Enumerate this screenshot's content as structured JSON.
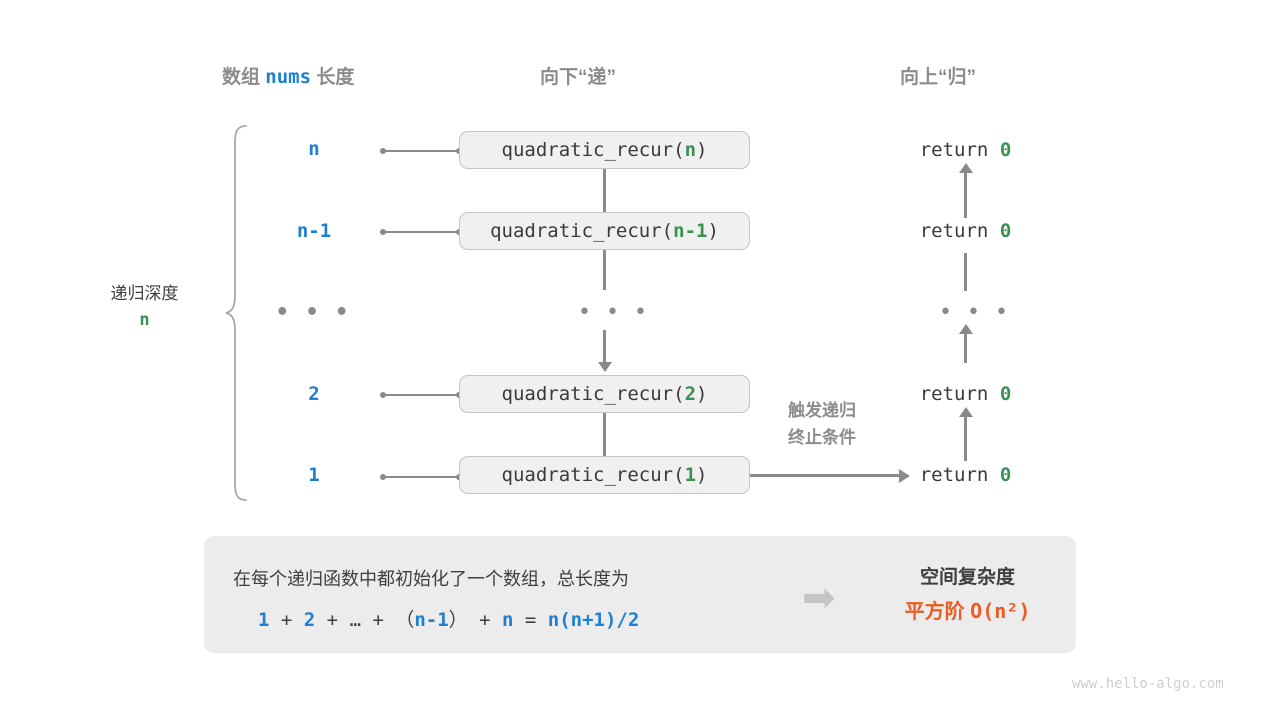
{
  "headers": {
    "left": {
      "pre": "数组 ",
      "code": "nums",
      "post": " 长度"
    },
    "middle": "向下“递”",
    "right": "向上“归”"
  },
  "depth": {
    "title": "递归深度",
    "value": "n"
  },
  "rows": [
    {
      "length": "n",
      "call_prefix": "quadratic_recur(",
      "call_arg": "n",
      "call_suffix": ")",
      "return_text": "return ",
      "return_value": "0"
    },
    {
      "length": "n-1",
      "call_prefix": "quadratic_recur(",
      "call_arg": "n-1",
      "call_suffix": ")",
      "return_text": "return ",
      "return_value": "0"
    },
    {
      "length": "...",
      "call_prefix": "",
      "call_arg": "",
      "call_suffix": "",
      "return_text": "",
      "return_value": ""
    },
    {
      "length": "2",
      "call_prefix": "quadratic_recur(",
      "call_arg": "2",
      "call_suffix": ")",
      "return_text": "return ",
      "return_value": "0"
    },
    {
      "length": "1",
      "call_prefix": "quadratic_recur(",
      "call_arg": "1",
      "call_suffix": ")",
      "return_text": "return ",
      "return_value": "0"
    }
  ],
  "ellipsis": "• • •",
  "terminate_note": {
    "line1": "触发递归",
    "line2": "终止条件"
  },
  "summary": {
    "line1": "在每个递归函数中都初始化了一个数组，总长度为",
    "formula": {
      "t1": "1",
      "o1": " + ",
      "t2": "2",
      "o2": " + ",
      "t3": "…",
      "o3": " + （",
      "t4": "n-1",
      "o4": "） + ",
      "t5": "n",
      "o5": " = ",
      "t6": "n(n+1)/2"
    },
    "arrow_glyph": "➡",
    "complexity_title": "空间复杂度",
    "complexity_label": "平方阶 ",
    "complexity_value": "O(n²)"
  },
  "watermark": "www.hello-algo.com",
  "colors": {
    "blue": "#1f7fd0",
    "green": "#3a9152",
    "orange": "#ec5b21",
    "gray": "#8a8a8a",
    "panel": "#ececec"
  }
}
